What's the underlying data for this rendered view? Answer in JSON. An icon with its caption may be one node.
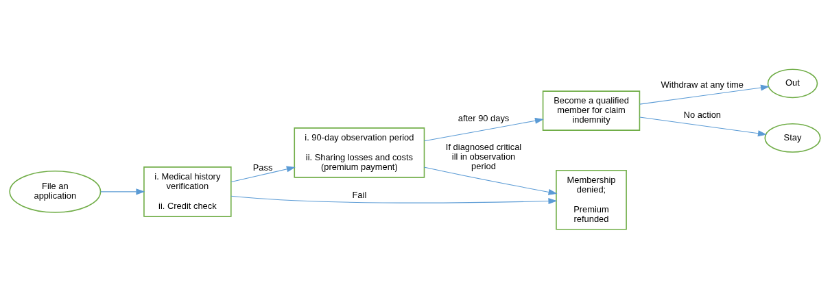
{
  "diagram": {
    "nodes": [
      {
        "text": [
          "File an application"
        ]
      },
      {
        "text": [
          "i. Medical history verification",
          "ii. Credit check"
        ]
      },
      {
        "text": [
          "i. 90-day observation period",
          "ii. Sharing losses and costs (premium payment)"
        ]
      },
      {
        "text": [
          "Membership denied;",
          "Premium refunded"
        ]
      },
      {
        "text": [
          "Become a qualified member for claim indemnity"
        ]
      },
      {
        "text": [
          "Out"
        ]
      },
      {
        "text": [
          "Stay"
        ]
      }
    ],
    "edges": [
      {
        "from": 0,
        "to": 1,
        "arrow": "to"
      },
      {
        "from": 1,
        "to": 2,
        "arrow": "to",
        "label": "Pass"
      },
      {
        "from": 1,
        "to": 3,
        "arrow": "to",
        "label": "Fail"
      },
      {
        "from": 2,
        "to": 3,
        "arrow": "to",
        "label": "If diagnosed critical ill in observation period"
      },
      {
        "from": 2,
        "to": 4,
        "arrow": "to",
        "label": "after 90 days"
      },
      {
        "from": 4,
        "to": 5,
        "arrow": "to",
        "label": "Withdraw at any time"
      },
      {
        "from": 4,
        "to": 6,
        "arrow": "to",
        "label": "No action"
      }
    ]
  }
}
